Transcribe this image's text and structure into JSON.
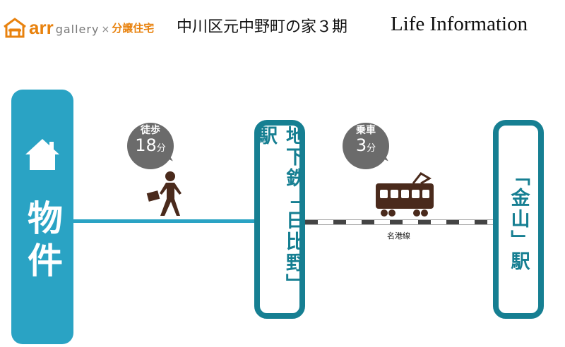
{
  "header": {
    "logo_brand": "arr",
    "logo_sub": "gallery",
    "logo_cross": "×",
    "logo_type": "分譲住宅",
    "title": "中川区元中野町の家３期",
    "section": "Life Information"
  },
  "property": {
    "label": "物件",
    "icon": "house-icon"
  },
  "walk": {
    "label": "徒歩",
    "minutes": "18",
    "unit": "分",
    "icon": "walking-person-icon"
  },
  "station1": {
    "label": "地下鉄「日比野」駅"
  },
  "train": {
    "label": "乗車",
    "minutes": "3",
    "unit": "分",
    "line_name": "名港線",
    "icon": "train-icon"
  },
  "station2": {
    "label": "「金山」駅"
  },
  "colors": {
    "property": "#2aa3c4",
    "station": "#167f92",
    "bubble": "#6b6b6b",
    "brand": "#e8820e",
    "train": "#4a2a1c"
  }
}
